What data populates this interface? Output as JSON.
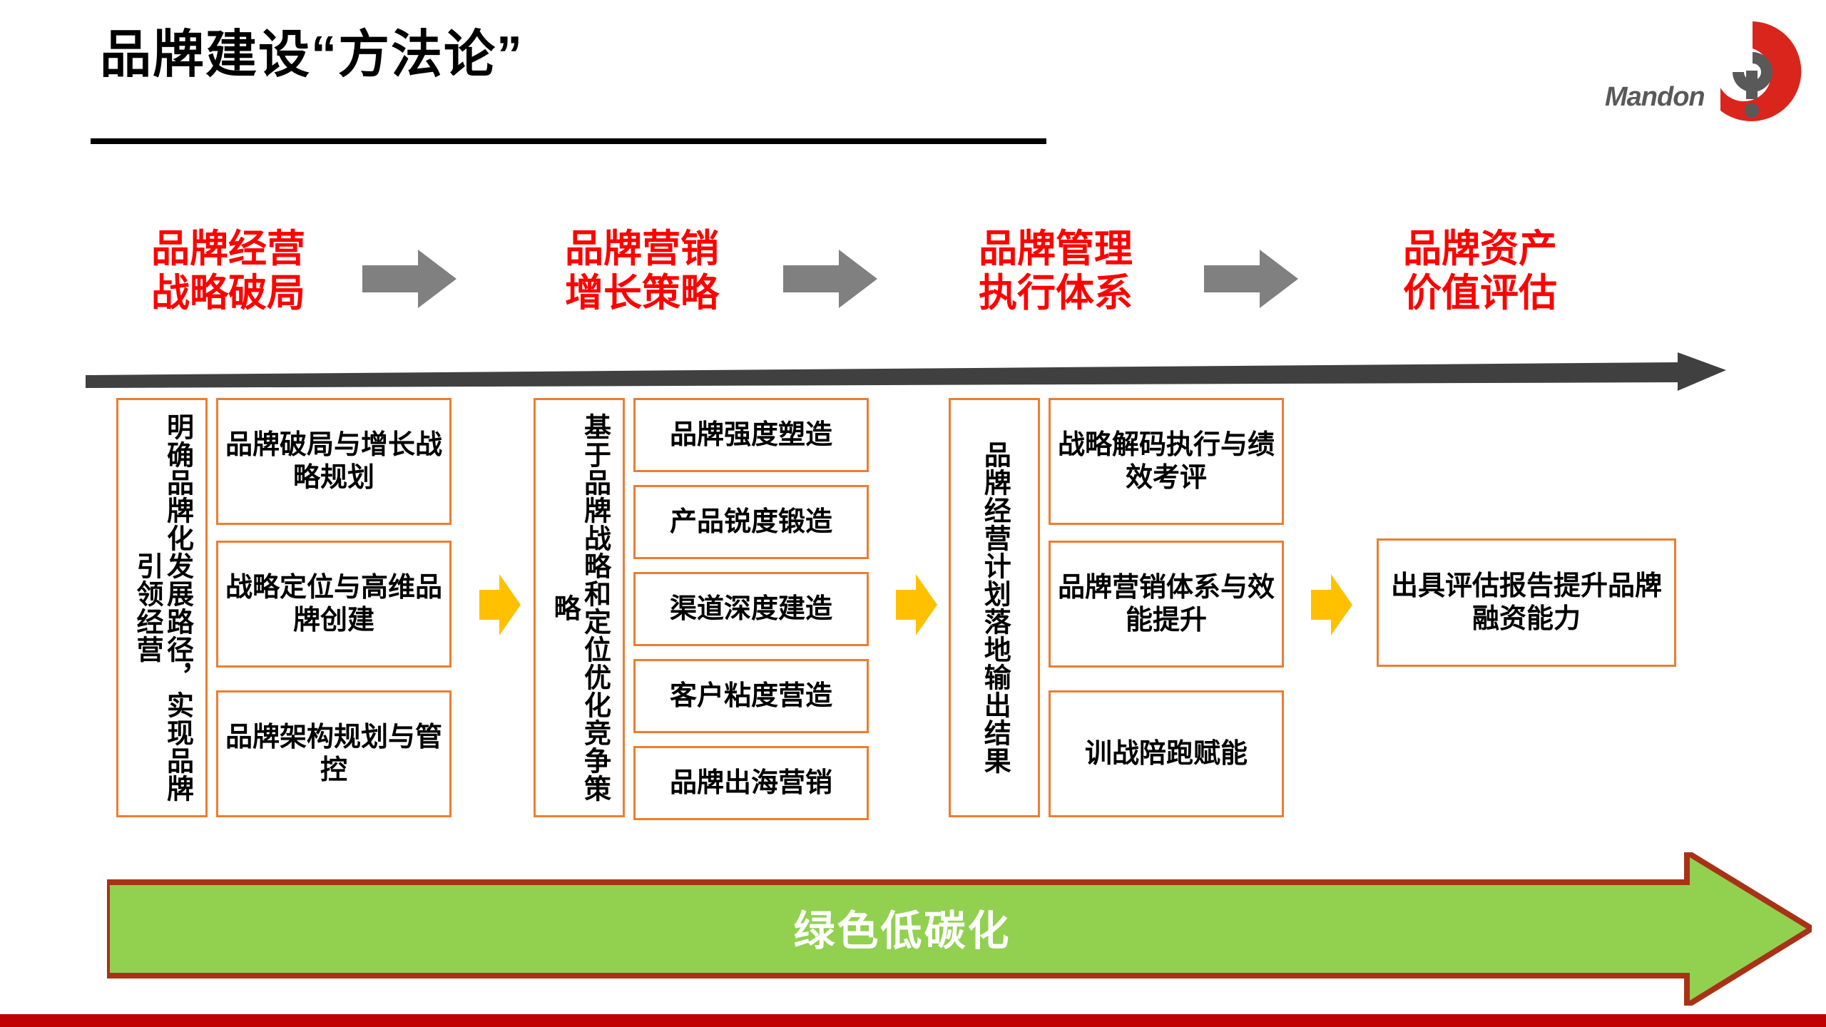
{
  "slide": {
    "title": "品牌建设“方法论”",
    "logo": {
      "text": "Mandon",
      "mark_name": "spiral-question-mark",
      "mark_color": "#D9251C",
      "text_color": "#595959"
    },
    "colors": {
      "accent_red": "#FF0000",
      "box_border_orange": "#ED7D31",
      "gray_arrow": "#808080",
      "yellow_arrow": "#FFC000",
      "green_fill": "#92D050",
      "green_border": "#A83218",
      "bottom_bar": "#C00000",
      "title_rule": "#000000"
    }
  },
  "phases": [
    {
      "heading_line1": "品牌经营",
      "heading_line2": "战略破局",
      "summary": "明确品牌化发展路径，实现品牌引领经营",
      "items": [
        "品牌破局与增长战略规划",
        "战略定位与高维品牌创建",
        "品牌架构规划与管控"
      ]
    },
    {
      "heading_line1": "品牌营销",
      "heading_line2": "增长策略",
      "summary": "基于品牌战略和定位优化竞争策略",
      "items": [
        "品牌强度塑造",
        "产品锐度锻造",
        "渠道深度建造",
        "客户粘度营造",
        "品牌出海营销"
      ]
    },
    {
      "heading_line1": "品牌管理",
      "heading_line2": "执行体系",
      "summary": "品牌经营计划落地输出结果",
      "items": [
        "战略解码执行与绩效考评",
        "品牌营销体系与效能提升",
        "训战陪跑赋能"
      ]
    },
    {
      "heading_line1": "品牌资产",
      "heading_line2": "价值评估",
      "summary": "",
      "items": [
        "出具评估报告提升品牌融资能力"
      ]
    }
  ],
  "banner": {
    "label": "绿色低碳化"
  }
}
